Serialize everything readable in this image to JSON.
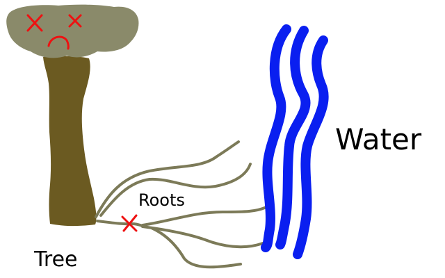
{
  "labels": {
    "tree": "Tree",
    "roots": "Roots",
    "water": "Water"
  },
  "colors": {
    "canopy": "#8a8a6a",
    "trunk": "#6b5a21",
    "roots": "#7c7a58",
    "water": "#0a1ff0",
    "marks": "#ee1111",
    "text": "#000000",
    "background": "#ffffff"
  },
  "icons": {
    "face": "sad-face-with-x-eyes-icon",
    "break_mark": "x-mark-icon"
  }
}
